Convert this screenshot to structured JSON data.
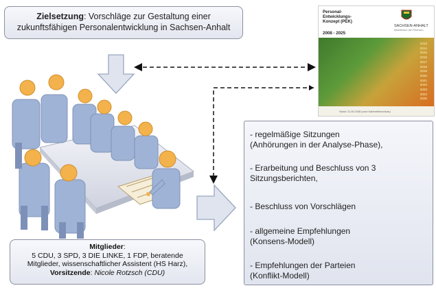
{
  "goal": {
    "label": "Zielsetzung",
    "text_1": ": Vorschläge zur Gestaltung einer",
    "text_2": "zukunftsfähigen Personalentwicklung in Sachsen-Anhalt"
  },
  "members": {
    "label": "Mitglieder",
    "colon": ":",
    "line_1": "5 CDU, 3 SPD, 3 DIE LINKE, 1 FDP, beratende",
    "line_2": "Mitglieder, wissenschaftlicher Assistent (HS Harz),",
    "chair_label": "Vorsitzende",
    "chair_colon": ": ",
    "chair_name": "Nicole Rotzsch (CDU)"
  },
  "cover": {
    "title_1": "Personal-",
    "title_2": "Entwicklungs-",
    "title_3": "Konzept (PEK)",
    "period": "2008 - 2025",
    "brand": "SACHSEN-ANHALT",
    "ministry": "Ministerium der Finanzen",
    "years": [
      "2013",
      "2014",
      "2015",
      "2016",
      "2017",
      "2018",
      "2019",
      "2020",
      "2021",
      "2022",
      "2023",
      "2024",
      "2025"
    ],
    "caption": "Stand: 31.08.2008 (nach Kabinettbeschluss)"
  },
  "list": {
    "items": [
      {
        "l1": "- regelmäßige Sitzungen",
        "l2": "(Anhörungen in der Analyse-Phase),"
      },
      {
        "l1": "- Erarbeitung und Beschluss von 3",
        "l2": "Sitzungsberichten,"
      },
      {
        "l1": "- Beschluss von Vorschlägen",
        "l2": ""
      },
      {
        "l1": "- allgemeine Empfehlungen",
        "l2": "(Konsens-Modell)"
      },
      {
        "l1": "- Empfehlungen der Parteien",
        "l2": "(Konflikt-Modell)"
      }
    ]
  },
  "colors": {
    "arrow_fill": "#dfe4ef",
    "arrow_stroke": "#9aa6bd",
    "person": "#9fb3d6",
    "head": "#f3b24c",
    "table": "#ececf2"
  }
}
